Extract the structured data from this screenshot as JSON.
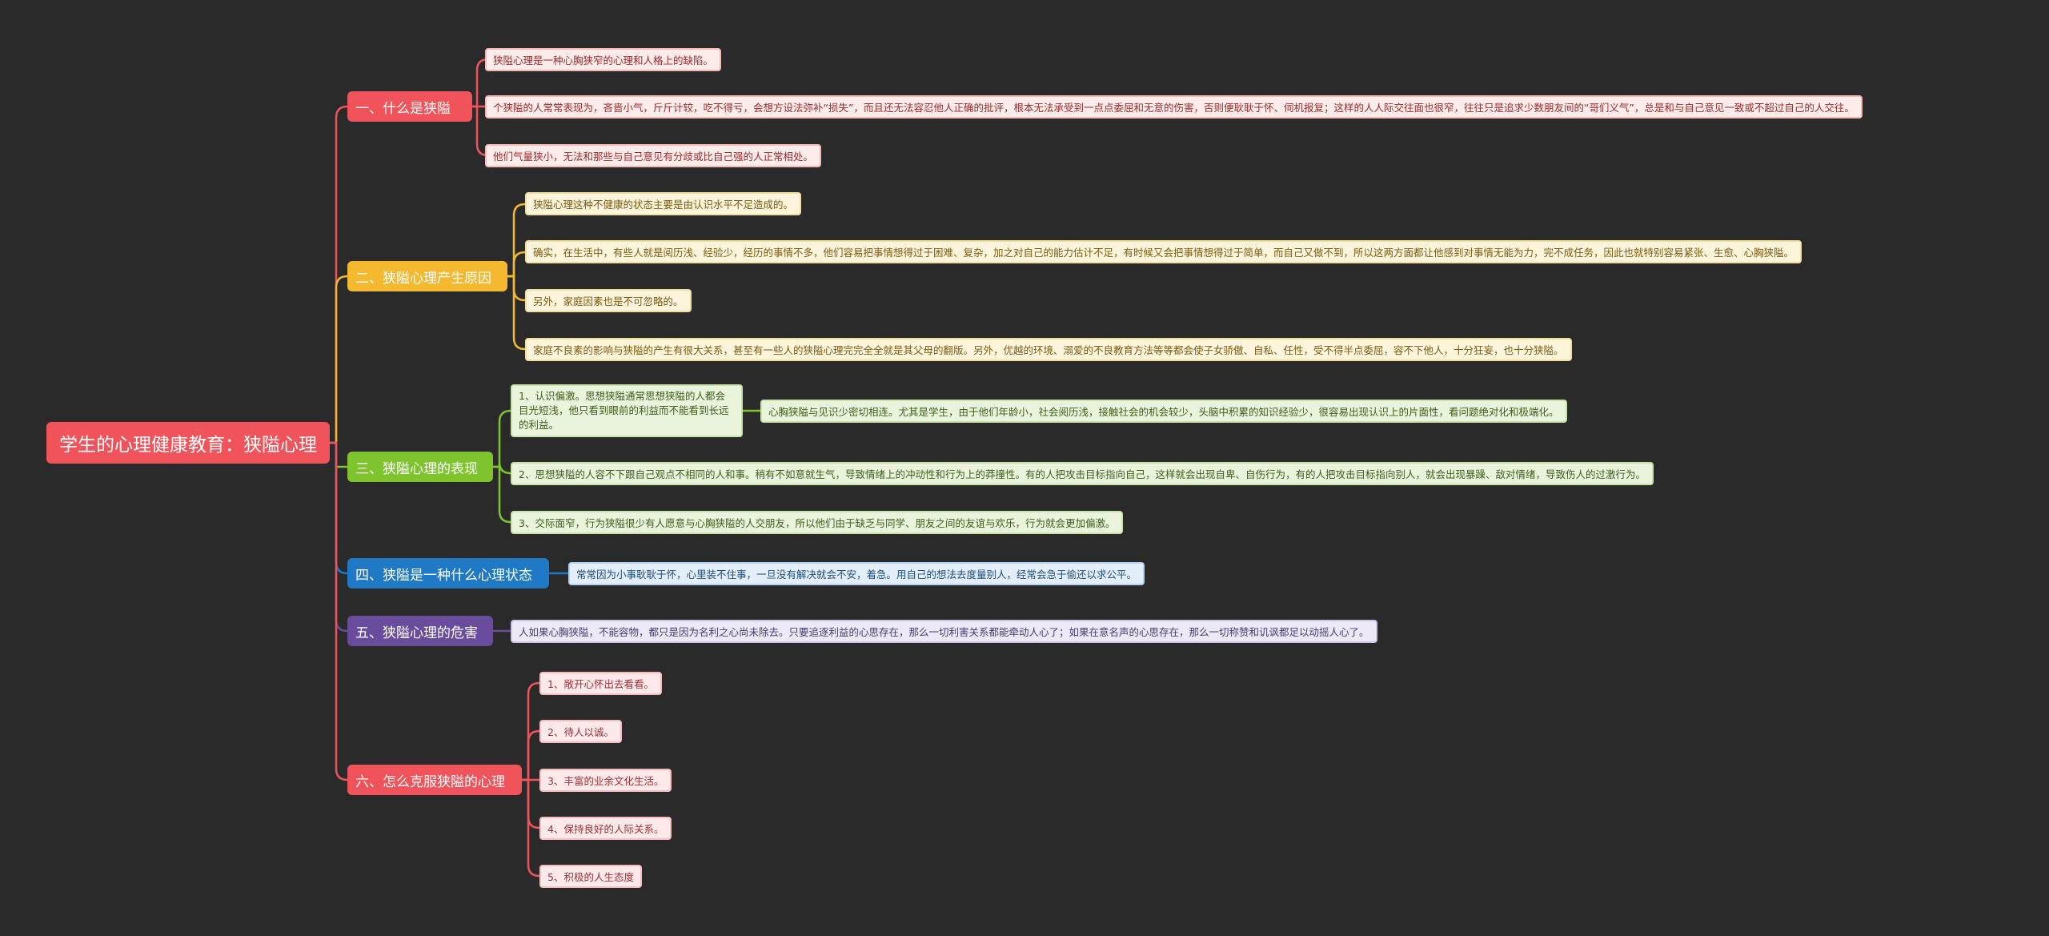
{
  "root": "学生的心理健康教育：狭隘心理",
  "branches": [
    {
      "label": "一、什么是狭隘",
      "color": "#f0545a",
      "items": [
        "狭隘心理是一种心胸狭窄的心理和人格上的缺陷。",
        "个狭隘的人常常表现为，吝啬小气，斤斤计较，吃不得亏，会想方设法弥补“损失”，而且还无法容忍他人正确的批评，根本无法承受到一点点委屈和无意的伤害，否则便耿耿于怀、伺机报复；这样的人人际交往面也很窄，往往只是追求少数朋友间的“哥们义气”，总是和与自己意见一致或不超过自己的人交往。",
        "他们气量狭小，无法和那些与自己意见有分歧或比自己强的人正常相处。"
      ]
    },
    {
      "label": "二、狭隘心理产生原因",
      "color": "#f5b930",
      "items": [
        "狭隘心理这种不健康的状态主要是由认识水平不足造成的。",
        "确实，在生活中，有些人就是阅历浅、经验少，经历的事情不多，他们容易把事情想得过于困难、复杂，加之对自己的能力估计不足，有时候又会把事情想得过于简单，而自己又做不到，所以这两方面都让他感到对事情无能为力，完不成任务，因此也就特别容易紧张、生愈、心胸狭隘。",
        "另外，家庭因素也是不可忽略的。",
        "家庭不良素的影响与狭隘的产生有很大关系，甚至有一些人的狭隘心理完完全全就是其父母的翻版。另外，优越的环境、溺爱的不良教育方法等等都会使子女骄傲、自私、任性，受不得半点委屈，容不下他人，十分狂妄，也十分狭隘。"
      ]
    },
    {
      "label": "三、狭隘心理的表现",
      "color": "#7dc42f",
      "items": [
        "1、认识偏激。思想狭隘通常思想狭隘的人都会目光短浅，他只看到眼前的利益而不能看到长远的利益。",
        "2、思想狭隘的人容不下跟自己观点不相同的人和事。稍有不如意就生气，导致情绪上的冲动性和行为上的莽撞性。有的人把攻击目标指向自己，这样就会出现自卑、自伤行为，有的人把攻击目标指向别人，就会出现暴躁、敌对情绪，导致伤人的过激行为。",
        "3、交际面窄，行为狭隘很少有人愿意与心胸狭隘的人交朋友，所以他们由于缺乏与同学、朋友之间的友谊与欢乐，行为就会更加偏激。"
      ],
      "sub": "心胸狭隘与见识少密切相连。尤其是学生，由于他们年龄小，社会阅历浅，接触社会的机会较少，头脑中积累的知识经验少，很容易出现认识上的片面性，看问题绝对化和极端化。"
    },
    {
      "label": "四、狭隘是一种什么心理状态",
      "color": "#1f79c4",
      "items": [
        "常常因为小事耿耿于怀，心里装不住事，一旦没有解决就会不安，着急。用自己的想法去度量别人，经常会急于偷还以求公平。"
      ]
    },
    {
      "label": "五、狭隘心理的危害",
      "color": "#6a4c9c",
      "items": [
        "人如果心胸狭隘，不能容物，都只是因为名利之心尚未除去。只要追逐利益的心思存在，那么一切利害关系都能牵动人心了；如果在意名声的心思存在，那么一切称赞和讥讽都足以动摇人心了。"
      ]
    },
    {
      "label": "六、怎么克服狭隘的心理",
      "color": "#f0545a",
      "items": [
        "1、敞开心怀出去看看。",
        "2、待人以诚。",
        "3、丰富的业余文化生活。",
        "4、保持良好的人际关系。",
        "5、积极的人生态度"
      ]
    }
  ]
}
